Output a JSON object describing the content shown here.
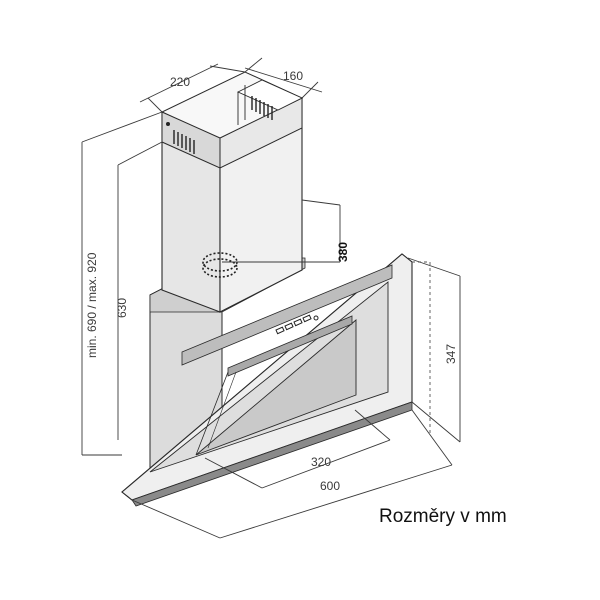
{
  "dimensions": {
    "chimney_width": "220",
    "chimney_depth": "160",
    "height_range": "min. 690 / max. 920",
    "chimney_height": "630",
    "vent_height": "380",
    "panel_height": "347",
    "inner_width": "320",
    "total_width": "600"
  },
  "caption": "Rozměry v mm"
}
